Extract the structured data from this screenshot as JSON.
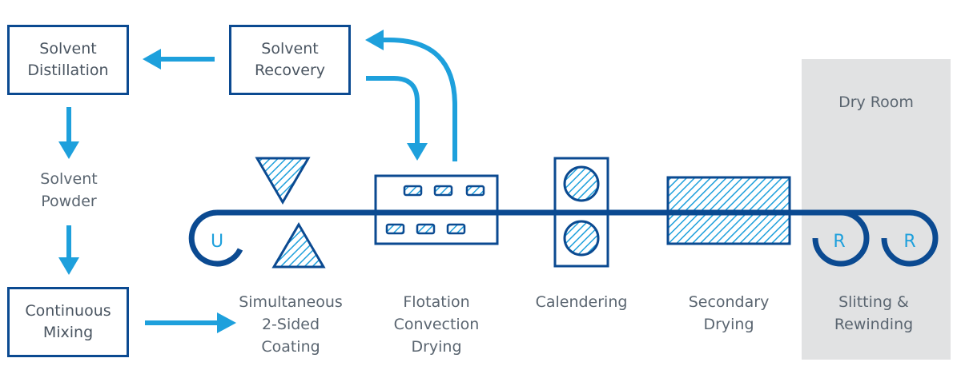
{
  "colors": {
    "dark_blue": "#0b4a91",
    "light_blue": "#1ea0dc",
    "dry_room_bg": "#e1e2e3",
    "text": "#5a6570"
  },
  "boxes": {
    "solvent_distillation": [
      "Solvent",
      "Distillation"
    ],
    "solvent_recovery": [
      "Solvent",
      "Recovery"
    ],
    "continuous_mixing": [
      "Continuous",
      "Mixing"
    ]
  },
  "labels": {
    "solvent_powder": [
      "Solvent",
      "Powder"
    ],
    "dry_room": "Dry Room",
    "coating": [
      "Simultaneous",
      "2-Sided",
      "Coating"
    ],
    "flotation": [
      "Flotation",
      "Convection",
      "Drying"
    ],
    "calendering": "Calendering",
    "secondary_drying": [
      "Secondary",
      "Drying"
    ],
    "slitting": [
      "Slitting &",
      "Rewinding"
    ]
  },
  "rollers": {
    "unwind": "U",
    "rewind_1": "R",
    "rewind_2": "R"
  }
}
